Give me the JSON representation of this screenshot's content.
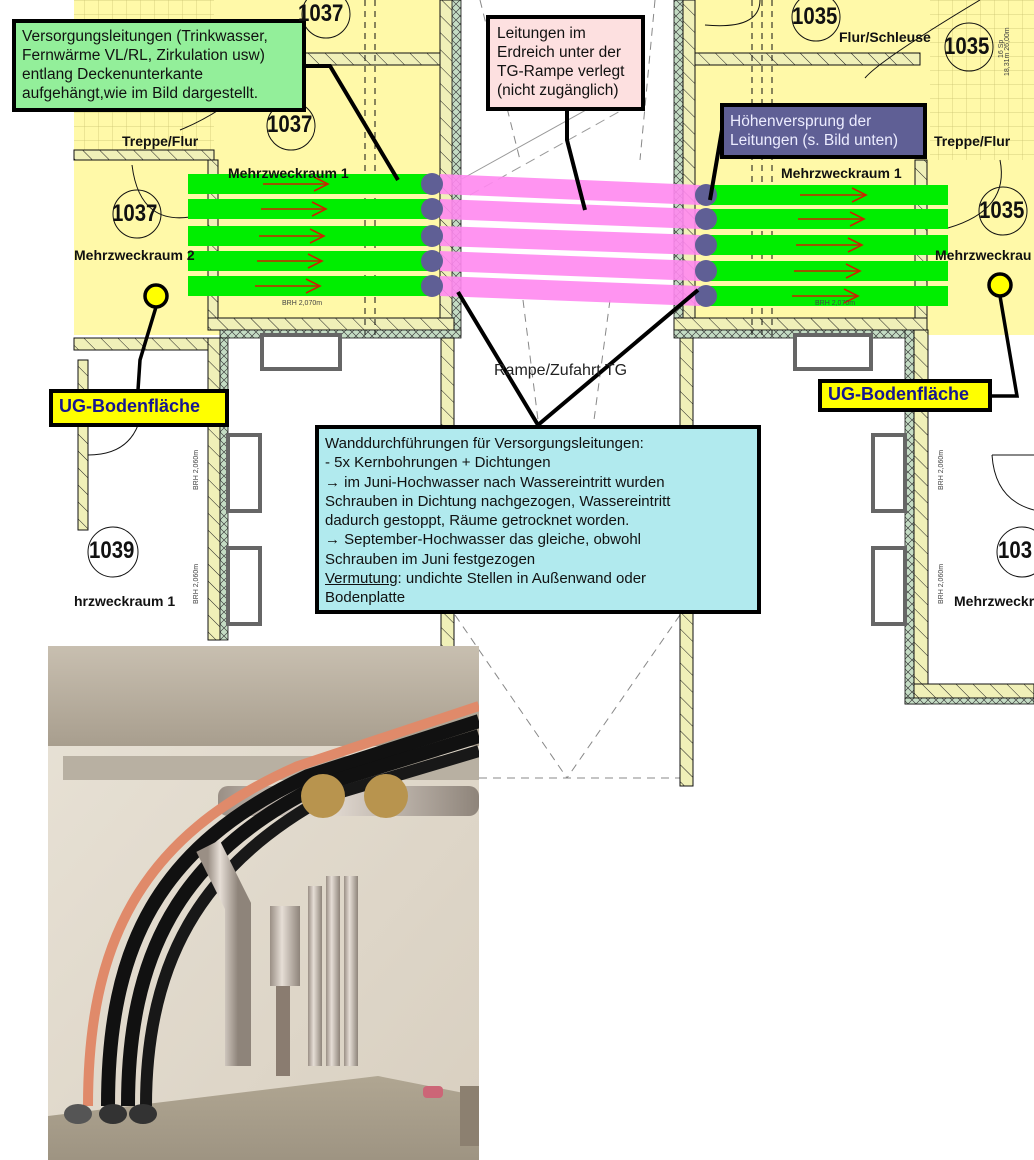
{
  "colors": {
    "plan_yellow": "#fff9a8",
    "wall_hatch": "#f0f0b8",
    "insulation": "#c4dcc4",
    "pipe_green": "#00ee00",
    "pipe_pink": "#ff88f0",
    "arrow_red": "#cc2200",
    "pipe_end_circle": "#5f5f95",
    "callout_green": "#93ef9a",
    "callout_pink": "#fde0e0",
    "callout_purple": "#5f5f95",
    "callout_cyan": "#b1eaee",
    "ug_yellow": "#ffff00",
    "ug_text": "#161690"
  },
  "callouts": {
    "supply_lines": {
      "lines": [
        "Versorgungsleitungen (Trinkwasser,",
        "Fernwärme VL/RL, Zirkulation usw)",
        "entlang Deckenunterkante",
        "aufgehängt,wie im Bild dargestellt."
      ]
    },
    "underground": {
      "lines": [
        "Leitungen im",
        "Erdreich unter der",
        "TG-Rampe verlegt",
        "(nicht zugänglich)"
      ]
    },
    "height_offset": {
      "lines": [
        "Höhenversprung der",
        "Leitungen (s. Bild unten)"
      ]
    },
    "wall_penetrations": {
      "lines": [
        "Wanddurchführungen für Versorgungsleitungen:",
        "- 5x Kernbohrungen + Dichtungen",
        "→ im Juni-Hochwasser nach Wassereintritt wurden",
        "Schrauben in Dichtung nachgezogen, Wassereintritt",
        "dadurch gestoppt, Räume getrocknet worden.",
        "→ September-Hochwasser das gleiche, obwohl",
        "Schrauben im Juni festgezogen"
      ],
      "suspicion_label": "Vermutung",
      "suspicion_text_1": ": undichte Stellen in Außenwand oder",
      "suspicion_text_2": "Bodenplatte"
    }
  },
  "markers": {
    "ug_left": "UG-Bodenfläche",
    "ug_right": "UG-Bodenfläche"
  },
  "rooms": {
    "left": {
      "num_top": "1037",
      "num_mid": "1037",
      "num_side": "1037",
      "stair": "Treppe/Flur",
      "mzr1": "Mehrzweckraum 1",
      "mzr2": "Mehrzweckraum 2",
      "brh": "BRH 2,070m",
      "num_lower": "1039",
      "lower_room": "hrzweckraum 1",
      "brh_vert_1": "BRH 2,060m",
      "brh_vert_2": "BRH 2,060m"
    },
    "right": {
      "num_top": "1035",
      "num_lock": "1035",
      "lock": "Flur/Schleuse",
      "lock_area_1": "16 Sp",
      "lock_area_2": "18,31m 26,00m",
      "stair": "Treppe/Flur",
      "mzr1": "Mehrzweckraum 1",
      "num_side": "1035",
      "mzr_side": "Mehrzweckrau",
      "brh": "BRH 2,070m",
      "num_lower": "103",
      "lower_room": "Mehrzweckr",
      "brh_vert_1": "BRH 2,060m",
      "brh_vert_2": "BRH 2,060m"
    },
    "ramp": "Rampe/Zufahrt TG"
  },
  "pipes": {
    "count": 5,
    "flow_direction": "right"
  },
  "photo": {
    "description": "Foto: Versorgungsleitungen an Deckenunterkante mit Höhenversprung"
  }
}
